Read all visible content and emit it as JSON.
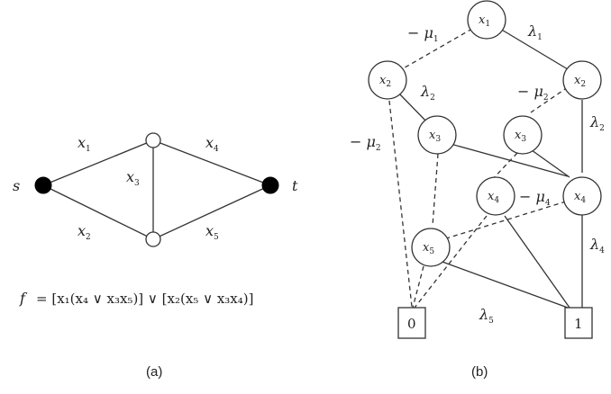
{
  "panel_a": {
    "caption": "(a)",
    "source_label": "s",
    "target_label": "t",
    "edges": [
      {
        "var": "x",
        "sub": "1"
      },
      {
        "var": "x",
        "sub": "2"
      },
      {
        "var": "x",
        "sub": "3"
      },
      {
        "var": "x",
        "sub": "4"
      },
      {
        "var": "x",
        "sub": "5"
      }
    ],
    "formula": {
      "lhs": "f",
      "rhs": "= [x₁(x₄ ∨ x₃x₅)] ∨ [x₂(x₅ ∨ x₃x₄)]"
    }
  },
  "panel_b": {
    "caption": "(b)",
    "nodes": [
      {
        "id": "n1",
        "var": "x",
        "sub": "1"
      },
      {
        "id": "n2l",
        "var": "x",
        "sub": "2"
      },
      {
        "id": "n2r",
        "var": "x",
        "sub": "2"
      },
      {
        "id": "n3l",
        "var": "x",
        "sub": "3"
      },
      {
        "id": "n3r",
        "var": "x",
        "sub": "3"
      },
      {
        "id": "n4l",
        "var": "x",
        "sub": "4"
      },
      {
        "id": "n4r",
        "var": "x",
        "sub": "4"
      },
      {
        "id": "n5",
        "var": "x",
        "sub": "5"
      }
    ],
    "terminals": [
      "0",
      "1"
    ],
    "edge_labels": [
      {
        "id": "mu1",
        "prefix": "− ",
        "sym": "μ",
        "sub": "1"
      },
      {
        "id": "lam1",
        "prefix": "",
        "sym": "λ",
        "sub": "1"
      },
      {
        "id": "lam2a",
        "prefix": "",
        "sym": "λ",
        "sub": "2"
      },
      {
        "id": "mu2r",
        "prefix": "− ",
        "sym": "μ",
        "sub": "2"
      },
      {
        "id": "mu2l",
        "prefix": "− ",
        "sym": "μ",
        "sub": "2"
      },
      {
        "id": "lam2b",
        "prefix": "",
        "sym": "λ",
        "sub": "2"
      },
      {
        "id": "mu4",
        "prefix": "− ",
        "sym": "μ",
        "sub": "4"
      },
      {
        "id": "lam4",
        "prefix": "",
        "sym": "λ",
        "sub": "4"
      },
      {
        "id": "lam5",
        "prefix": "",
        "sym": "λ",
        "sub": "5"
      }
    ]
  }
}
